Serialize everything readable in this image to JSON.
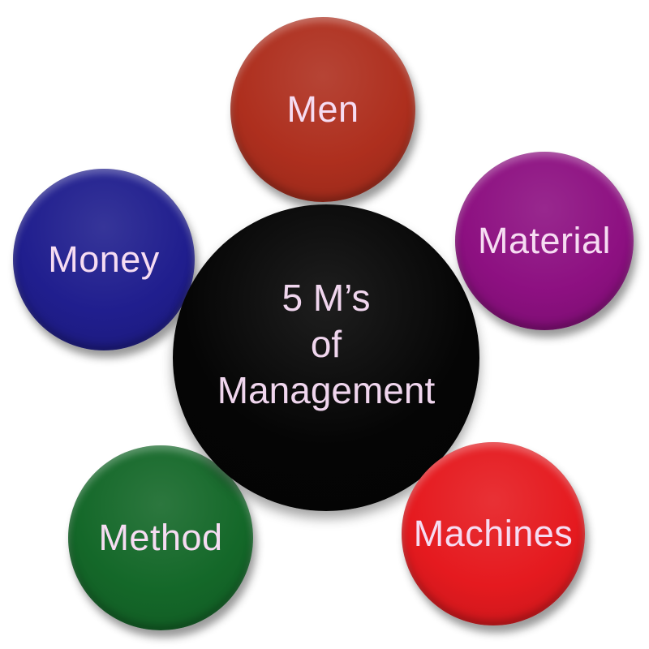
{
  "diagram": {
    "title": "5 M’s of Management",
    "background_color": "#ffffff",
    "label_text_color": "#f6dcf2",
    "center": {
      "lines": [
        "5 M’s",
        "of",
        "Management"
      ],
      "fill": "#050505",
      "text_color": "#f0d6ee"
    },
    "nodes": [
      {
        "id": "men",
        "label": "Men",
        "fill": "#ae2f1e",
        "position": "top"
      },
      {
        "id": "money",
        "label": "Money",
        "fill": "#201e8e",
        "position": "upper-left"
      },
      {
        "id": "material",
        "label": "Material",
        "fill": "#8d1081",
        "position": "upper-right"
      },
      {
        "id": "method",
        "label": "Method",
        "fill": "#146829",
        "position": "lower-left"
      },
      {
        "id": "machines",
        "label": "Machines",
        "fill": "#e51a1f",
        "position": "lower-right"
      }
    ]
  }
}
